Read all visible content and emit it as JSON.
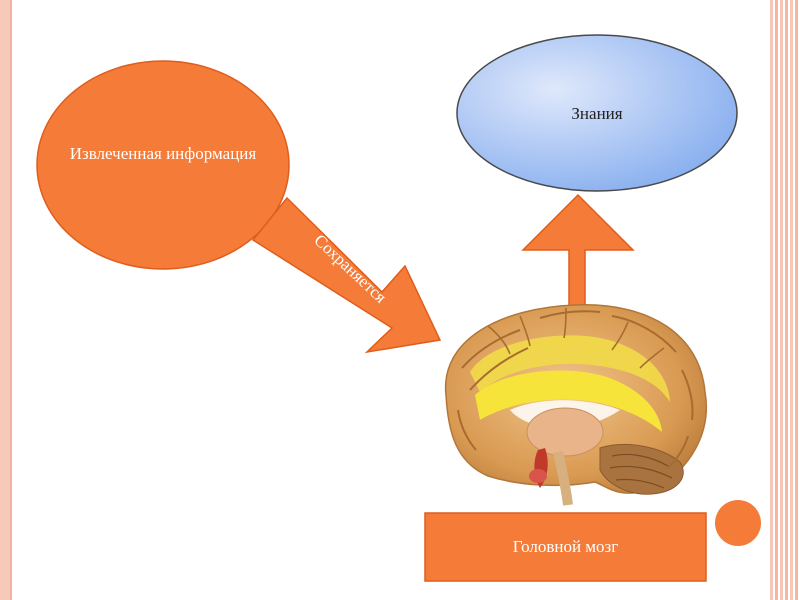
{
  "nodes": {
    "extracted": {
      "label": "Извлеченная информация",
      "color": "#f47b38"
    },
    "knowledge": {
      "label": "Знания",
      "color": "#8db4f0"
    },
    "brain_box": {
      "label": "Головной мозг",
      "color": "#f47b38"
    }
  },
  "edges": {
    "stored": {
      "label": "Сохраняется"
    }
  },
  "colors": {
    "accent": "#f47b38",
    "outline": "#e05d1c",
    "frame": "#f4b8a4"
  }
}
